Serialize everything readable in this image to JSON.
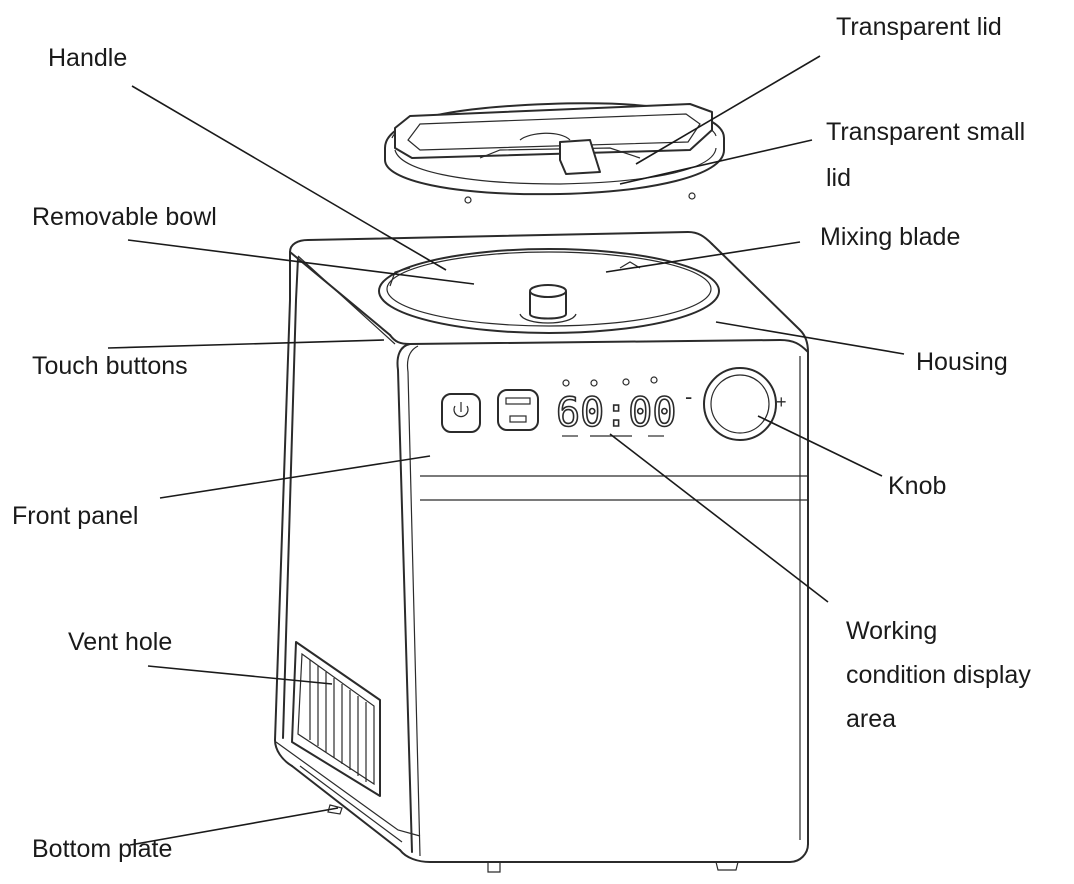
{
  "labels": {
    "transparent_lid": "Transparent lid",
    "handle": "Handle",
    "transparent_small_lid_1": "Transparent small",
    "transparent_small_lid_2": "lid",
    "removable_bowl": "Removable bowl",
    "mixing_blade": "Mixing blade",
    "touch_buttons": "Touch buttons",
    "housing": "Housing",
    "front_panel": "Front panel",
    "knob": "Knob",
    "vent_hole": "Vent hole",
    "working_display_1": "Working",
    "working_display_2": "condition display",
    "working_display_3": "area",
    "bottom_plate": "Bottom plate"
  },
  "display": {
    "digits": "60:00",
    "knob_minus": "-",
    "knob_plus": "+"
  }
}
